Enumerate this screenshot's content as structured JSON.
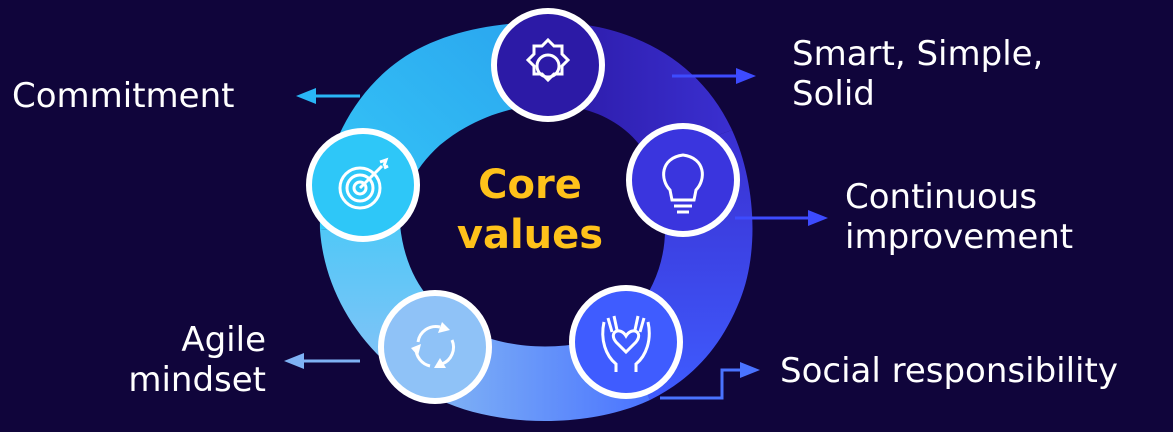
{
  "center": {
    "line1": "Core",
    "line2": "values"
  },
  "values": [
    {
      "label_lines": [
        "Smart, Simple,",
        "Solid"
      ],
      "icon": "gear-badge-icon"
    },
    {
      "label_lines": [
        "Continuous",
        "improvement"
      ],
      "icon": "lightbulb-icon"
    },
    {
      "label_lines": [
        "Social responsibility"
      ],
      "icon": "hands-heart-icon"
    },
    {
      "label_lines": [
        "Agile",
        "mindset"
      ],
      "icon": "cycle-arrows-icon"
    },
    {
      "label_lines": [
        "Commitment"
      ],
      "icon": "target-icon"
    }
  ],
  "colors": {
    "background": "#10053b",
    "accent_text": "#ffc21a",
    "arrow_cyan": "#29b6f6",
    "arrow_blue": "#3d4bff"
  }
}
